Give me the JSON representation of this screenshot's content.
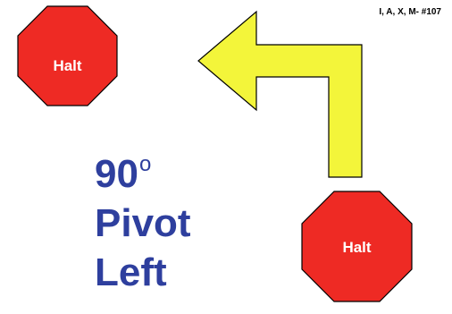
{
  "sign_id": "I, A, X, M- #107",
  "halt_label": "Halt",
  "title": {
    "degrees": "90",
    "degree_mark": "o",
    "line2": "Pivot",
    "line3": "Left"
  },
  "colors": {
    "stop_fill": "#ee2a24",
    "stop_stroke": "#000000",
    "arrow_fill": "#f3f53a",
    "title_text": "#2e3f9e"
  }
}
